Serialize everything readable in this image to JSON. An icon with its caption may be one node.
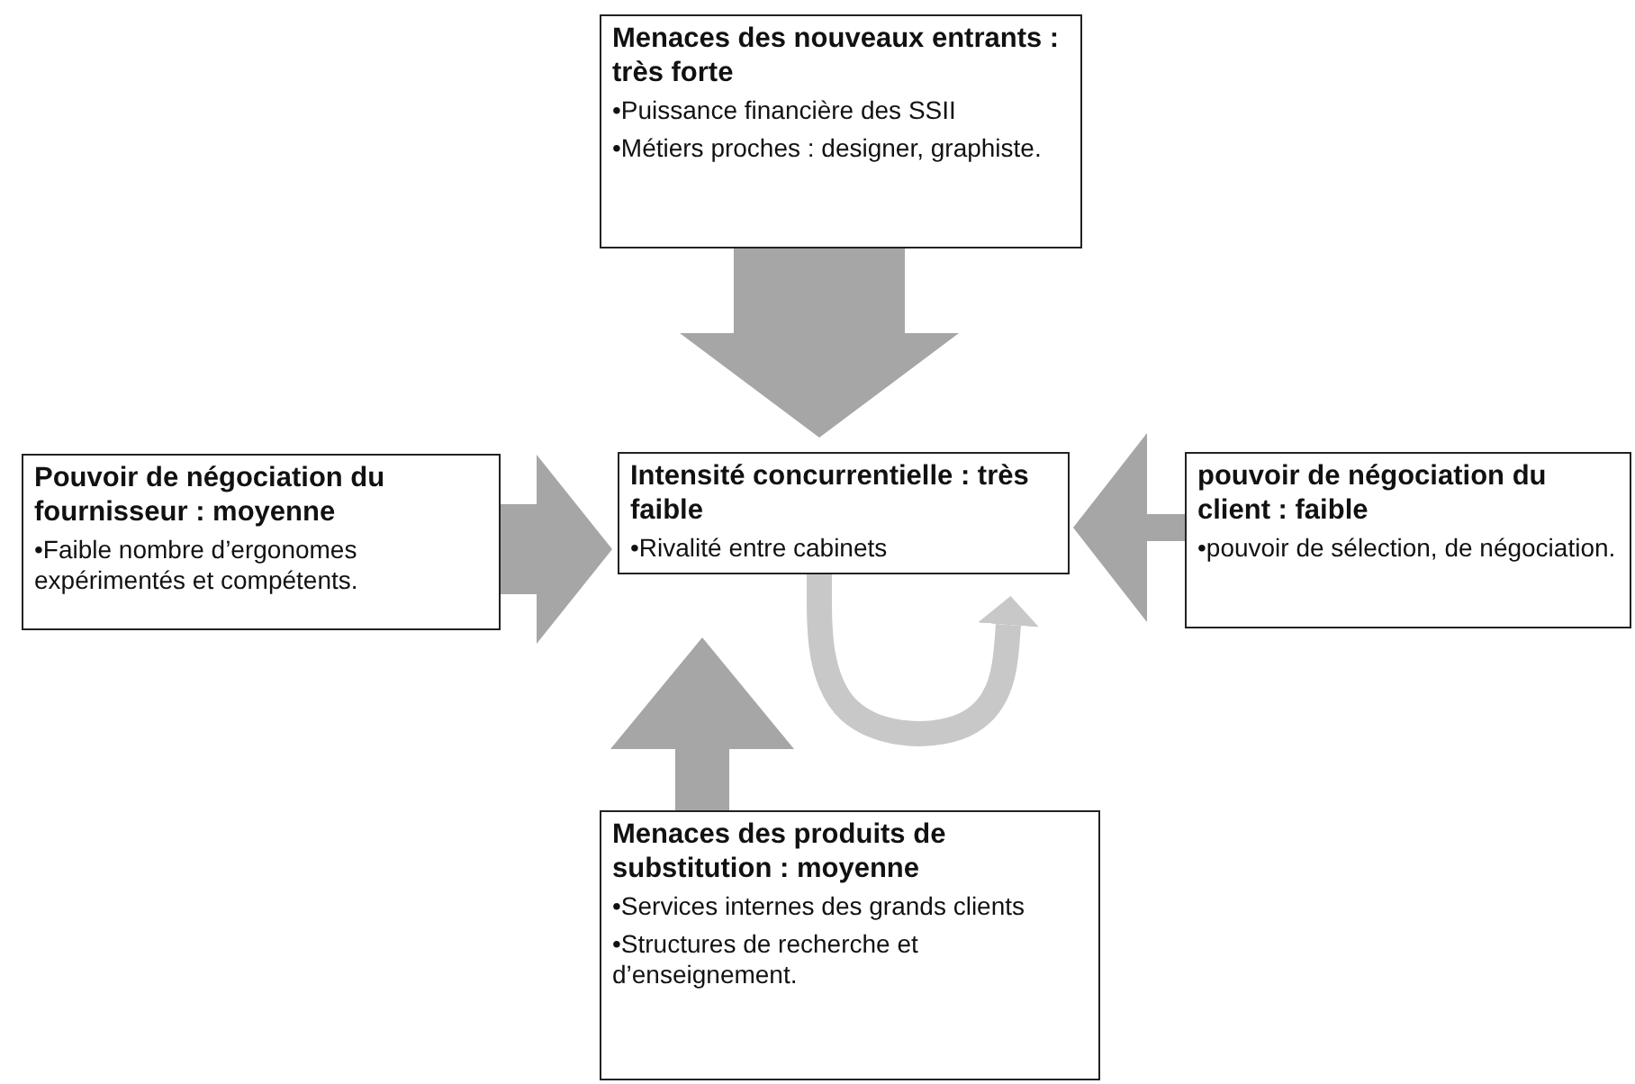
{
  "diagram": {
    "nodes": [
      {
        "text": [
          "Menaces des nouveaux entrants : très forte",
          "•Puissance financière des SSII",
          "•Métiers proches : designer, graphiste."
        ]
      },
      {
        "text": [
          "Pouvoir de négociation du fournisseur : moyenne",
          "•Faible nombre d’ergonomes expérimentés et compétents."
        ]
      },
      {
        "text": [
          "Intensité concurrentielle : très faible",
          "•Rivalité entre cabinets"
        ]
      },
      {
        "text": [
          "pouvoir de négociation du client : faible",
          "•pouvoir de sélection, de négociation."
        ]
      },
      {
        "text": [
          "Menaces des produits de substitution : moyenne",
          "•Services internes des grands clients",
          "•Structures de recherche et d’enseignement."
        ]
      }
    ],
    "edges": [
      {
        "from": 0,
        "to": 2,
        "arrow": "to",
        "style": "thick"
      },
      {
        "from": 1,
        "to": 2,
        "arrow": "to"
      },
      {
        "from": 3,
        "to": 2,
        "arrow": "to"
      },
      {
        "from": 4,
        "to": 2,
        "arrow": "to"
      },
      {
        "from": 2,
        "to": 2,
        "arrow": "to",
        "color": "#c8c8c8"
      }
    ]
  }
}
